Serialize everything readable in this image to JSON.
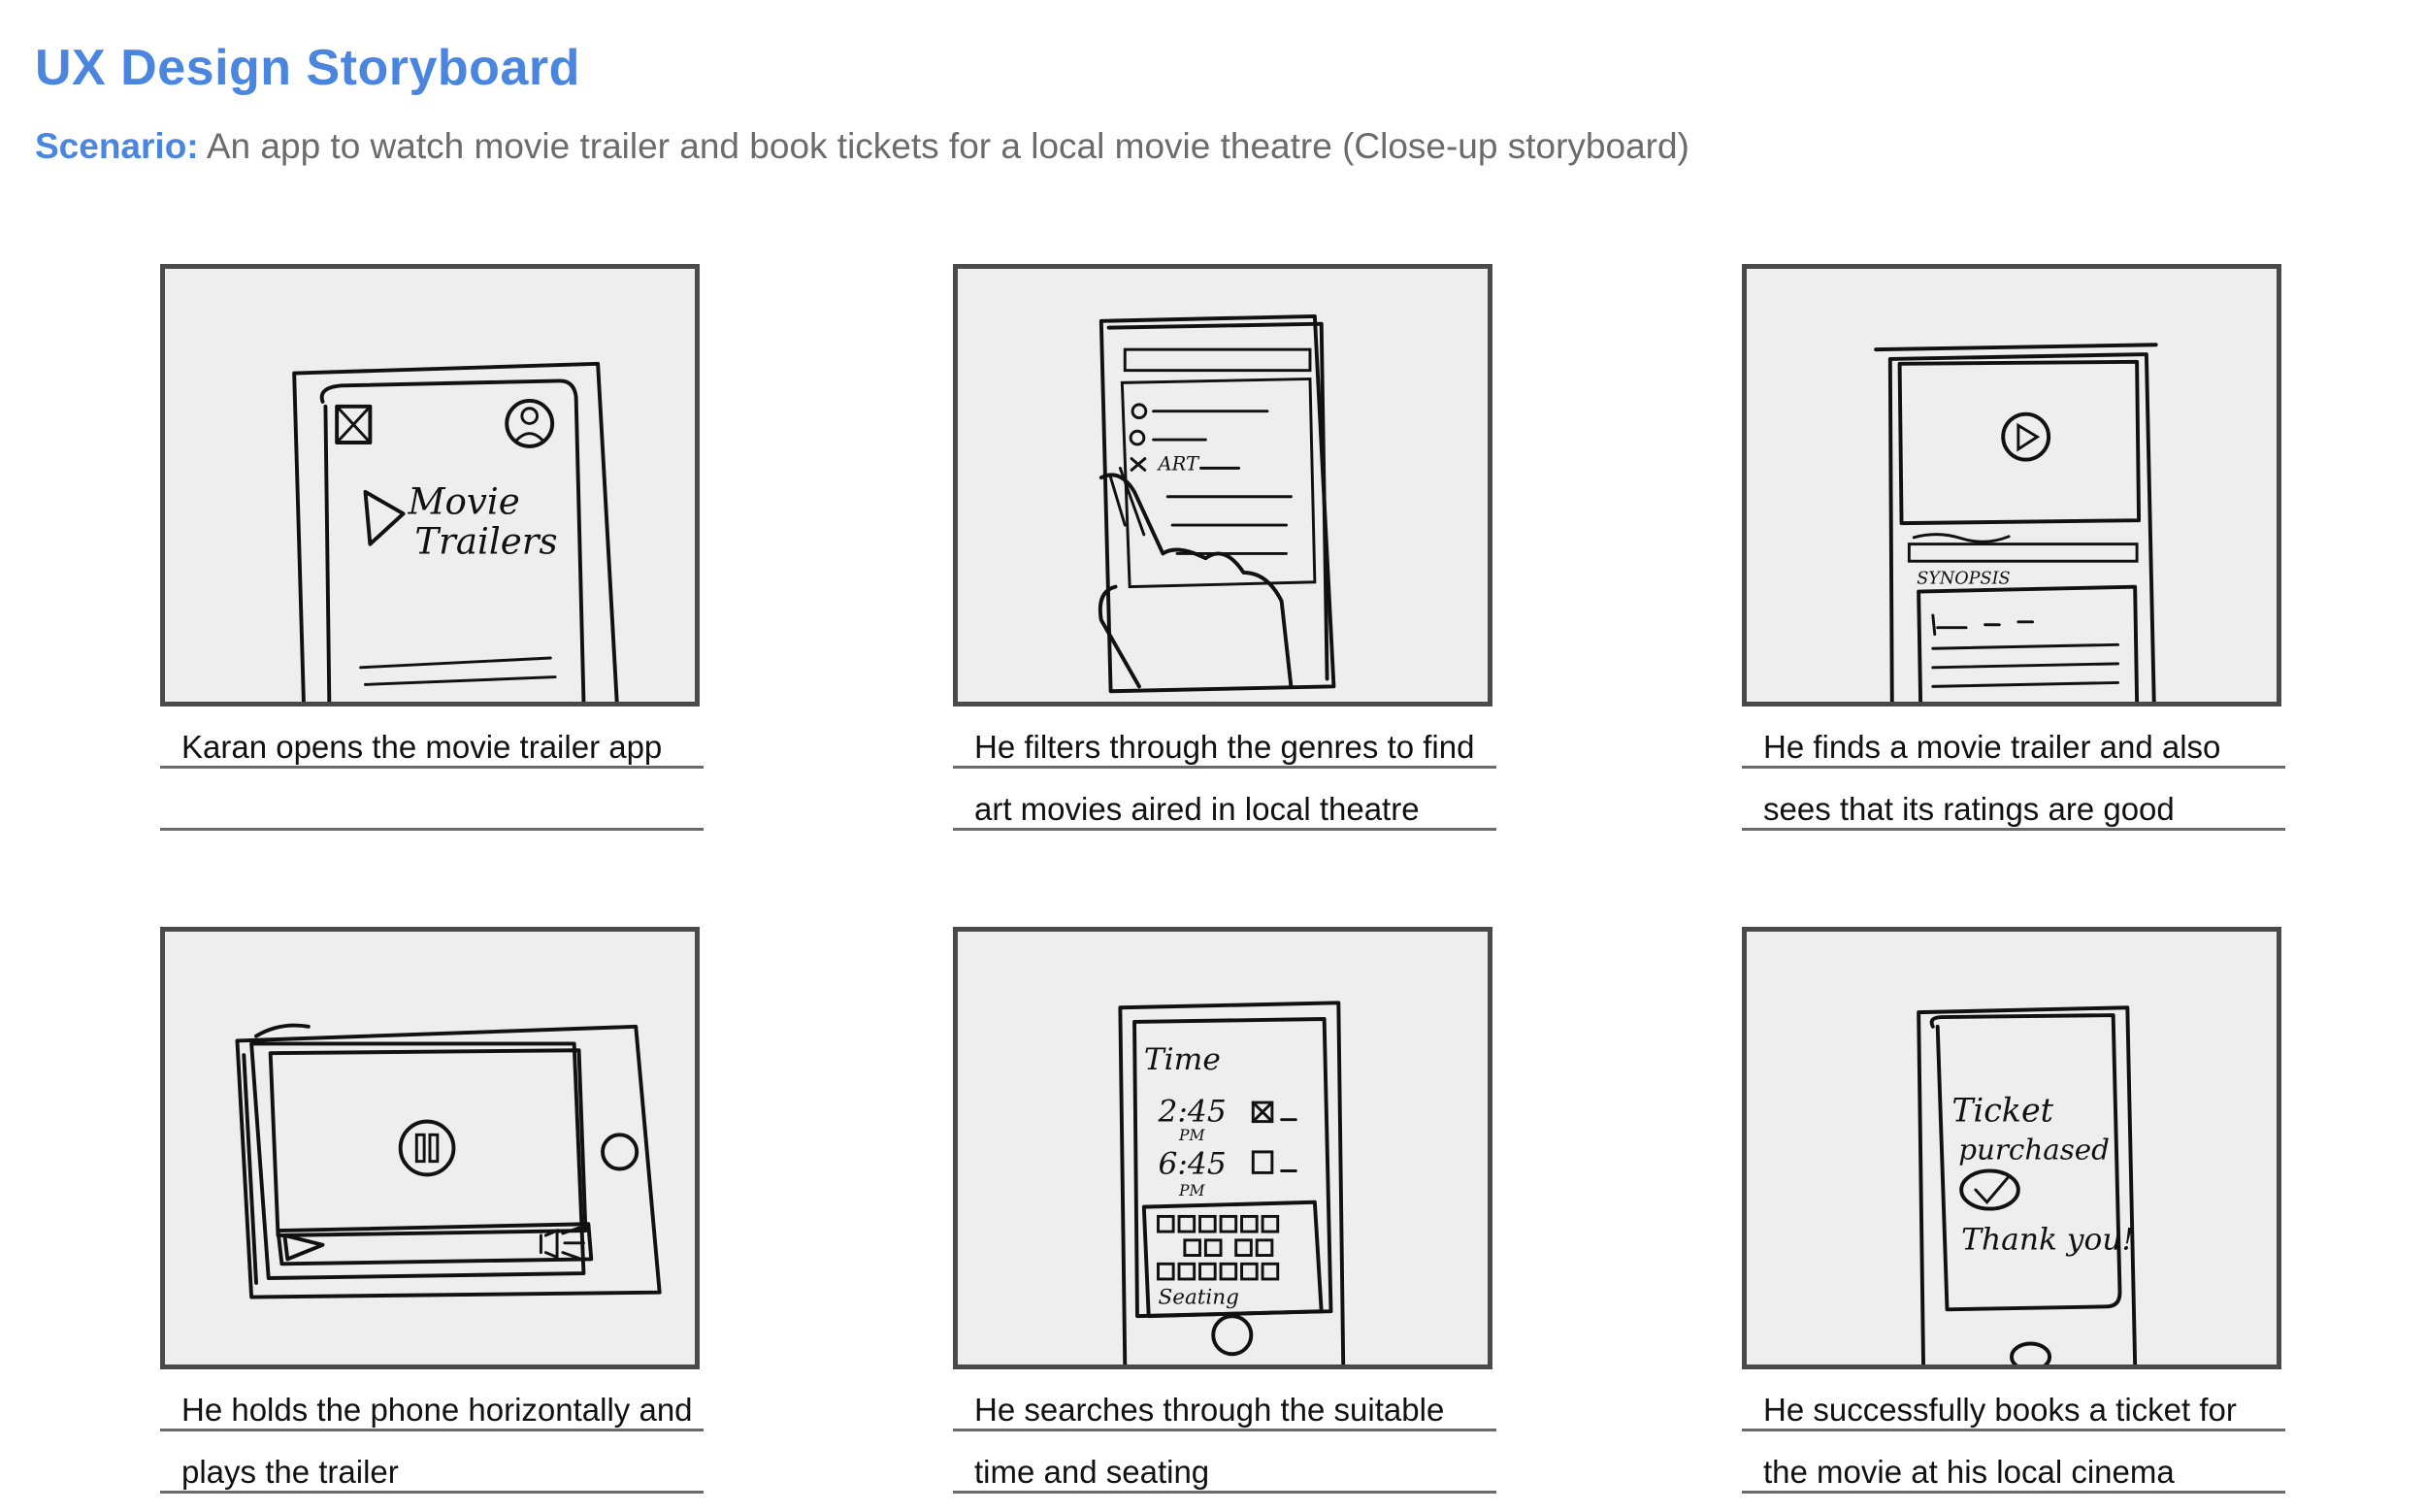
{
  "header": {
    "title": "UX Design Storyboard",
    "scenario_label": "Scenario:",
    "scenario_text": "An app to watch movie trailer and book tickets for a local movie theatre (Close-up storyboard)"
  },
  "panels": [
    {
      "sketch_text": [
        "Movie",
        "Trailers"
      ],
      "caption_lines": [
        "Karan opens the movie trailer app",
        ""
      ]
    },
    {
      "sketch_text": [
        "ART"
      ],
      "caption_lines": [
        "He filters through the genres to find",
        "art movies aired in local theatre"
      ]
    },
    {
      "sketch_text": [
        "SYNOPSIS"
      ],
      "caption_lines": [
        "He finds a movie trailer and also",
        "sees that its ratings are good"
      ]
    },
    {
      "sketch_text": [],
      "caption_lines": [
        "He holds the phone horizontally and",
        "plays the trailer"
      ]
    },
    {
      "sketch_text": [
        "Time",
        "2:45",
        "PM",
        "6:45",
        "PM",
        "Seating"
      ],
      "caption_lines": [
        "He searches through the suitable",
        "time and seating"
      ]
    },
    {
      "sketch_text": [
        "Ticket",
        "purchased",
        "Thank you!"
      ],
      "caption_lines": [
        "He successfully books a ticket for",
        "the movie at his local cinema"
      ]
    }
  ],
  "colors": {
    "accent": "#4a86e0",
    "frame": "#4a4a4a",
    "text_gray": "#6b6b6b"
  }
}
